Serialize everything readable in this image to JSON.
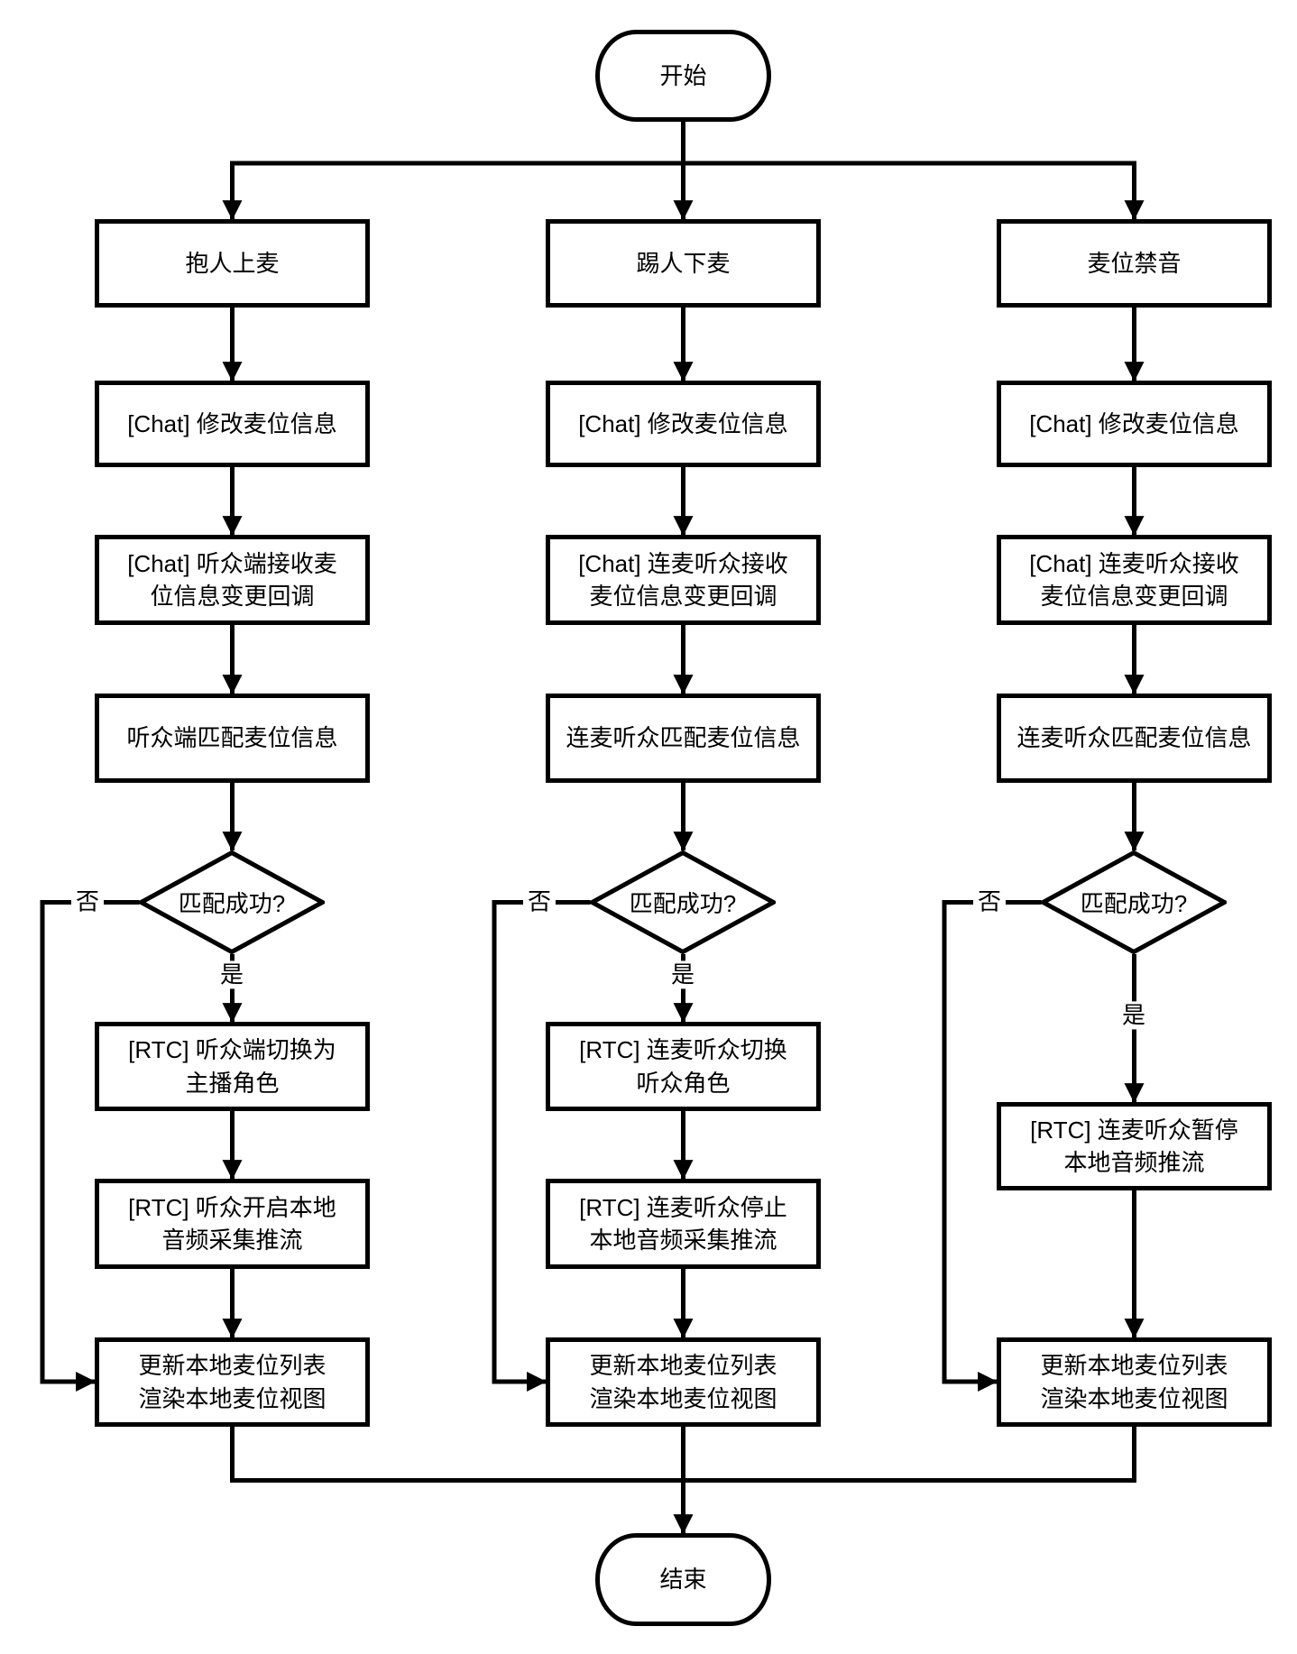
{
  "diagram": {
    "start_label": "开始",
    "end_label": "结束",
    "decision_label": "匹配成功?",
    "yes_label": "是",
    "no_label": "否",
    "colors": {
      "line": "#000000",
      "node_fill": "#ffffff",
      "text": "#000000"
    },
    "branches": [
      {
        "title": "抱人上麦",
        "steps": {
          "chat_modify": "[Chat] 修改麦位信息",
          "chat_callback": "[Chat] 听众端接收麦\n位信息变更回调",
          "match": "听众端匹配麦位信息",
          "rtc_1": "[RTC] 听众端切换为\n主播角色",
          "rtc_2": "[RTC] 听众开启本地\n音频采集推流",
          "update_view": "更新本地麦位列表\n渲染本地麦位视图"
        }
      },
      {
        "title": "踢人下麦",
        "steps": {
          "chat_modify": "[Chat] 修改麦位信息",
          "chat_callback": "[Chat] 连麦听众接收\n麦位信息变更回调",
          "match": "连麦听众匹配麦位信息",
          "rtc_1": "[RTC] 连麦听众切换\n听众角色",
          "rtc_2": "[RTC] 连麦听众停止\n本地音频采集推流",
          "update_view": "更新本地麦位列表\n渲染本地麦位视图"
        }
      },
      {
        "title": "麦位禁音",
        "steps": {
          "chat_modify": "[Chat] 修改麦位信息",
          "chat_callback": "[Chat] 连麦听众接收\n麦位信息变更回调",
          "match": "连麦听众匹配麦位信息",
          "rtc_1": "[RTC] 连麦听众暂停\n本地音频推流",
          "update_view": "更新本地麦位列表\n渲染本地麦位视图"
        }
      }
    ]
  }
}
